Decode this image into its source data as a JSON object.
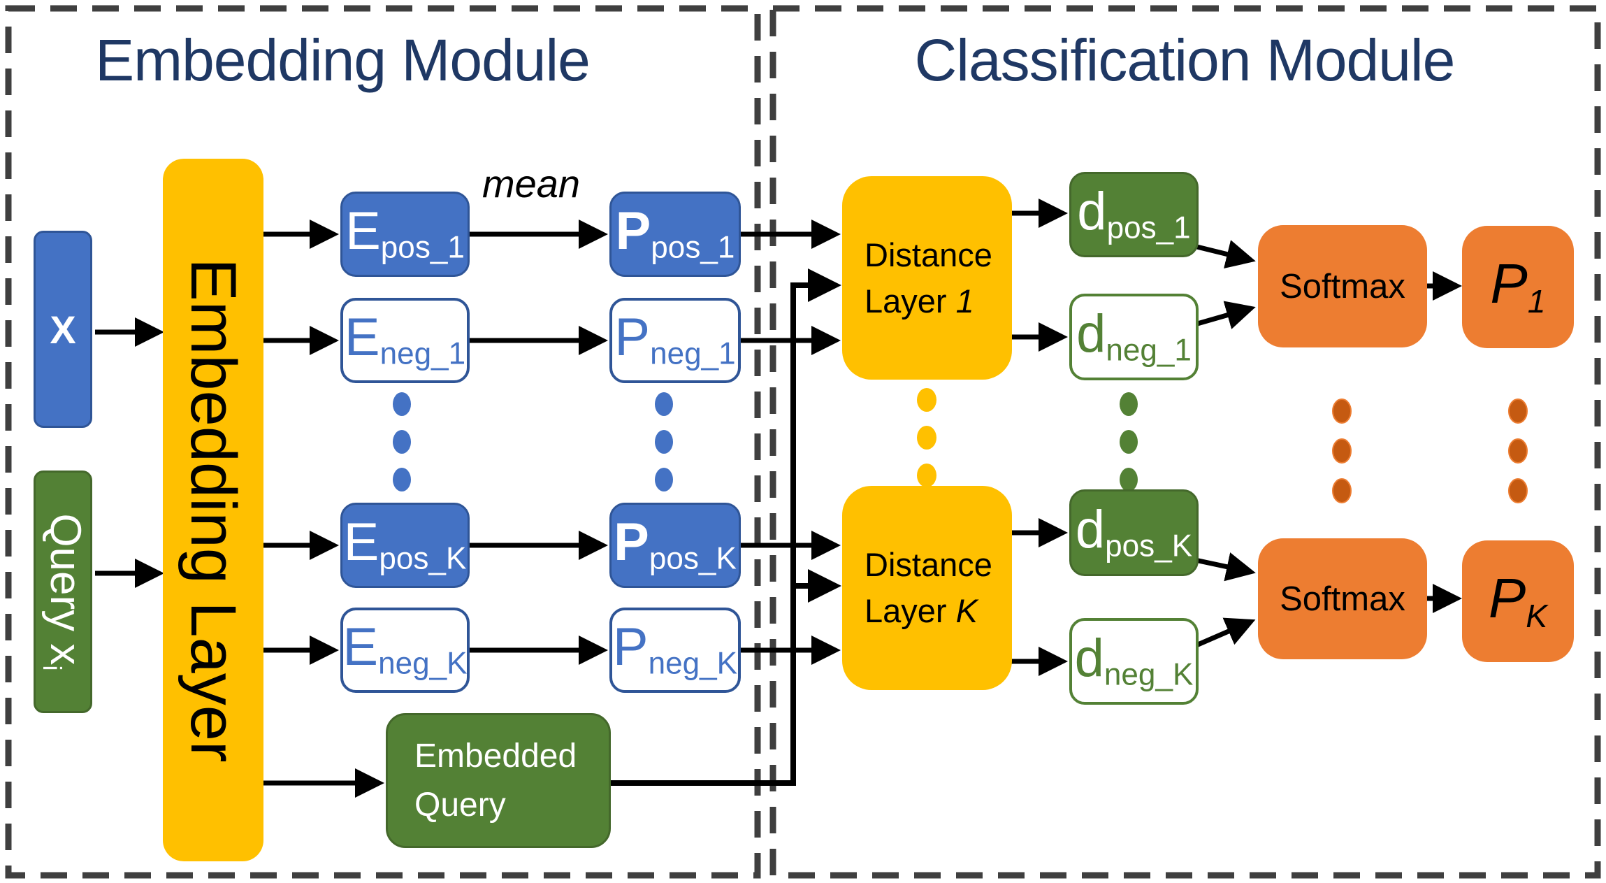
{
  "modules": {
    "embedding": {
      "title": "Embedding Module"
    },
    "classification": {
      "title": "Classification Module"
    }
  },
  "annotations": {
    "mean": "mean"
  },
  "nodes": {
    "x_input": {
      "label": "X"
    },
    "query_input": {
      "main": "Query x",
      "sub": "i"
    },
    "embedding_layer": {
      "label": "Embedding Layer"
    },
    "e_pos_1": {
      "main": "E",
      "sub": "pos_1"
    },
    "e_neg_1": {
      "main": "E",
      "sub": "neg_1"
    },
    "e_pos_k": {
      "main": "E",
      "sub": "pos_K"
    },
    "e_neg_k": {
      "main": "E",
      "sub": "neg_K"
    },
    "p_pos_1": {
      "main": "P",
      "sub": "pos_1"
    },
    "p_neg_1": {
      "main": "P",
      "sub": "neg_1"
    },
    "p_pos_k": {
      "main": "P",
      "sub": "pos_K"
    },
    "p_neg_k": {
      "main": "P",
      "sub": "neg_K"
    },
    "embedded_query": {
      "line1": "Embedded",
      "line2": "Query"
    },
    "distance_layer_1": {
      "line1": "Distance",
      "line2": "Layer",
      "index": "1"
    },
    "distance_layer_k": {
      "line1": "Distance",
      "line2": "Layer",
      "index": "K"
    },
    "d_pos_1": {
      "main": "d",
      "sub": "pos_1"
    },
    "d_neg_1": {
      "main": "d",
      "sub": "neg_1"
    },
    "d_pos_k": {
      "main": "d",
      "sub": "pos_K"
    },
    "d_neg_k": {
      "main": "d",
      "sub": "neg_K"
    },
    "softmax_1": {
      "label": "Softmax"
    },
    "softmax_k": {
      "label": "Softmax"
    },
    "p_out_1": {
      "main": "P",
      "sub": "1"
    },
    "p_out_k": {
      "main": "P",
      "sub": "K"
    }
  },
  "colors": {
    "blue": "#4472C4",
    "blue_border": "#2F5597",
    "green": "#538135",
    "yellow": "#FFC000",
    "orange": "#ED7D31",
    "orange_dot": "#C55A11",
    "title_navy": "#1F3864",
    "dash_gray": "#3F3F3F",
    "arrow_black": "#000000"
  }
}
